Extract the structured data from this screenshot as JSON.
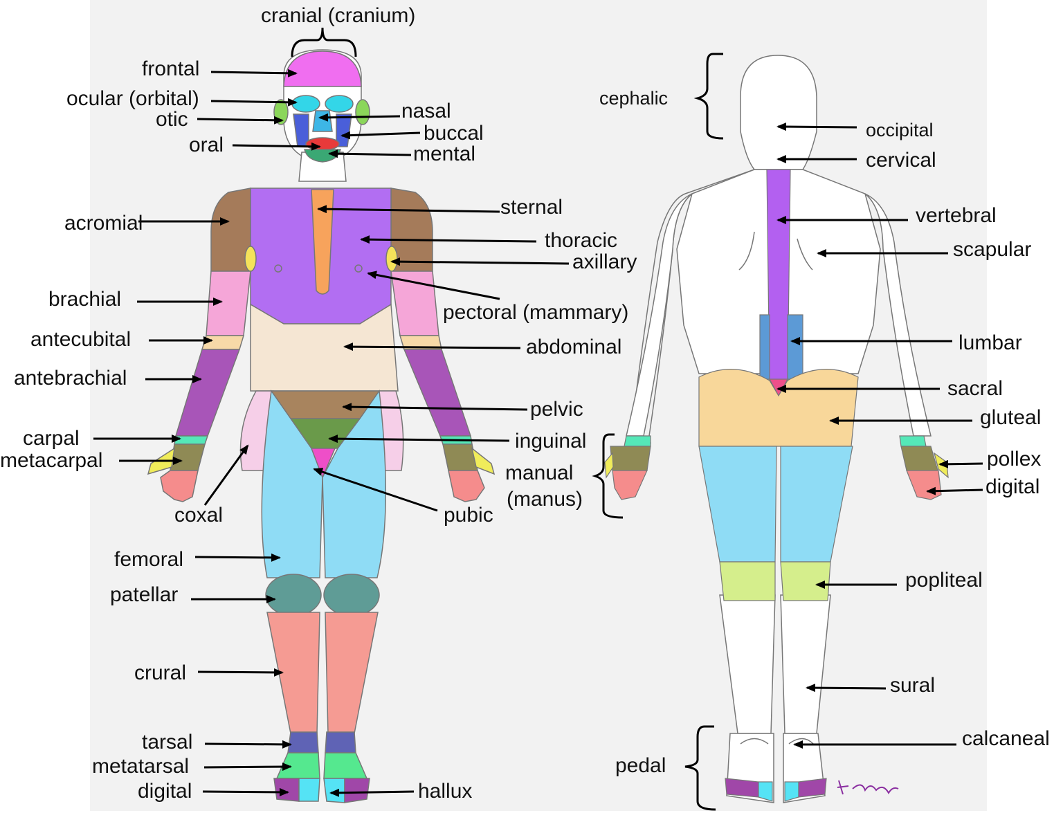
{
  "labels": {
    "cranial": "cranial (cranium)",
    "frontal": "frontal",
    "ocular": "ocular (orbital)",
    "otic": "otic",
    "nasal": "nasal",
    "buccal": "buccal",
    "oral": "oral",
    "mental": "mental",
    "acromial": "acromial",
    "sternal": "sternal",
    "thoracic": "thoracic",
    "axillary": "axillary",
    "brachial": "brachial",
    "pectoral": "pectoral (mammary)",
    "antecubital": "antecubital",
    "abdominal": "abdominal",
    "antebrachial": "antebrachial",
    "pelvic": "pelvic",
    "carpal": "carpal",
    "inguinal": "inguinal",
    "metacarpal": "metacarpal",
    "manual": "manual",
    "manus": "(manus)",
    "coxal": "coxal",
    "pubic": "pubic",
    "femoral": "femoral",
    "patellar": "patellar",
    "crural": "crural",
    "tarsal": "tarsal",
    "metatarsal": "metatarsal",
    "digital_front": "digital",
    "hallux": "hallux",
    "cephalic": "cephalic",
    "occipital": "occipital",
    "cervical": "cervical",
    "vertebral": "vertebral",
    "scapular": "scapular",
    "lumbar": "lumbar",
    "sacral": "sacral",
    "gluteal": "gluteal",
    "pollex": "pollex",
    "digital_back": "digital",
    "popliteal": "popliteal",
    "sural": "sural",
    "calcaneal": "calcaneal",
    "pedal": "pedal"
  },
  "colors": {
    "cranial": "#f06ef0",
    "ocular": "#33d6e8",
    "otic": "#8bd65a",
    "nasal": "#3db6e6",
    "buccal": "#4a5fd9",
    "oral": "#e83a3a",
    "mental": "#3aa874",
    "acromial": "#a57b5a",
    "thoracic": "#b26ef2",
    "sternal": "#f7a35c",
    "axillary": "#f5e25a",
    "brachial": "#f5a6d8",
    "antecubital": "#f7d9a8",
    "abdominal": "#f5e6d3",
    "antebrachial": "#a855b8",
    "pelvic": "#a8845e",
    "inguinal": "#6a9a4a",
    "pubic": "#ee4fc8",
    "coxal": "#f6cfe8",
    "femoral": "#8fdcf5",
    "patellar": "#5f9c96",
    "crural": "#f59b93",
    "tarsal": "#5f63b5",
    "metatarsal": "#55e88f",
    "digital": "#a047a8",
    "hallux": "#55e3f5",
    "carpal": "#55e8b8",
    "metacarpal": "#8f8a55",
    "pollex": "#f0ec5a",
    "fingers": "#f58c8c",
    "vertebral": "#b360f0",
    "lumbar": "#5c9ad6",
    "sacral": "#ee4f8a",
    "gluteal": "#f8d79a",
    "popliteal": "#d5ee8c",
    "signature": "#8a2ea0"
  }
}
